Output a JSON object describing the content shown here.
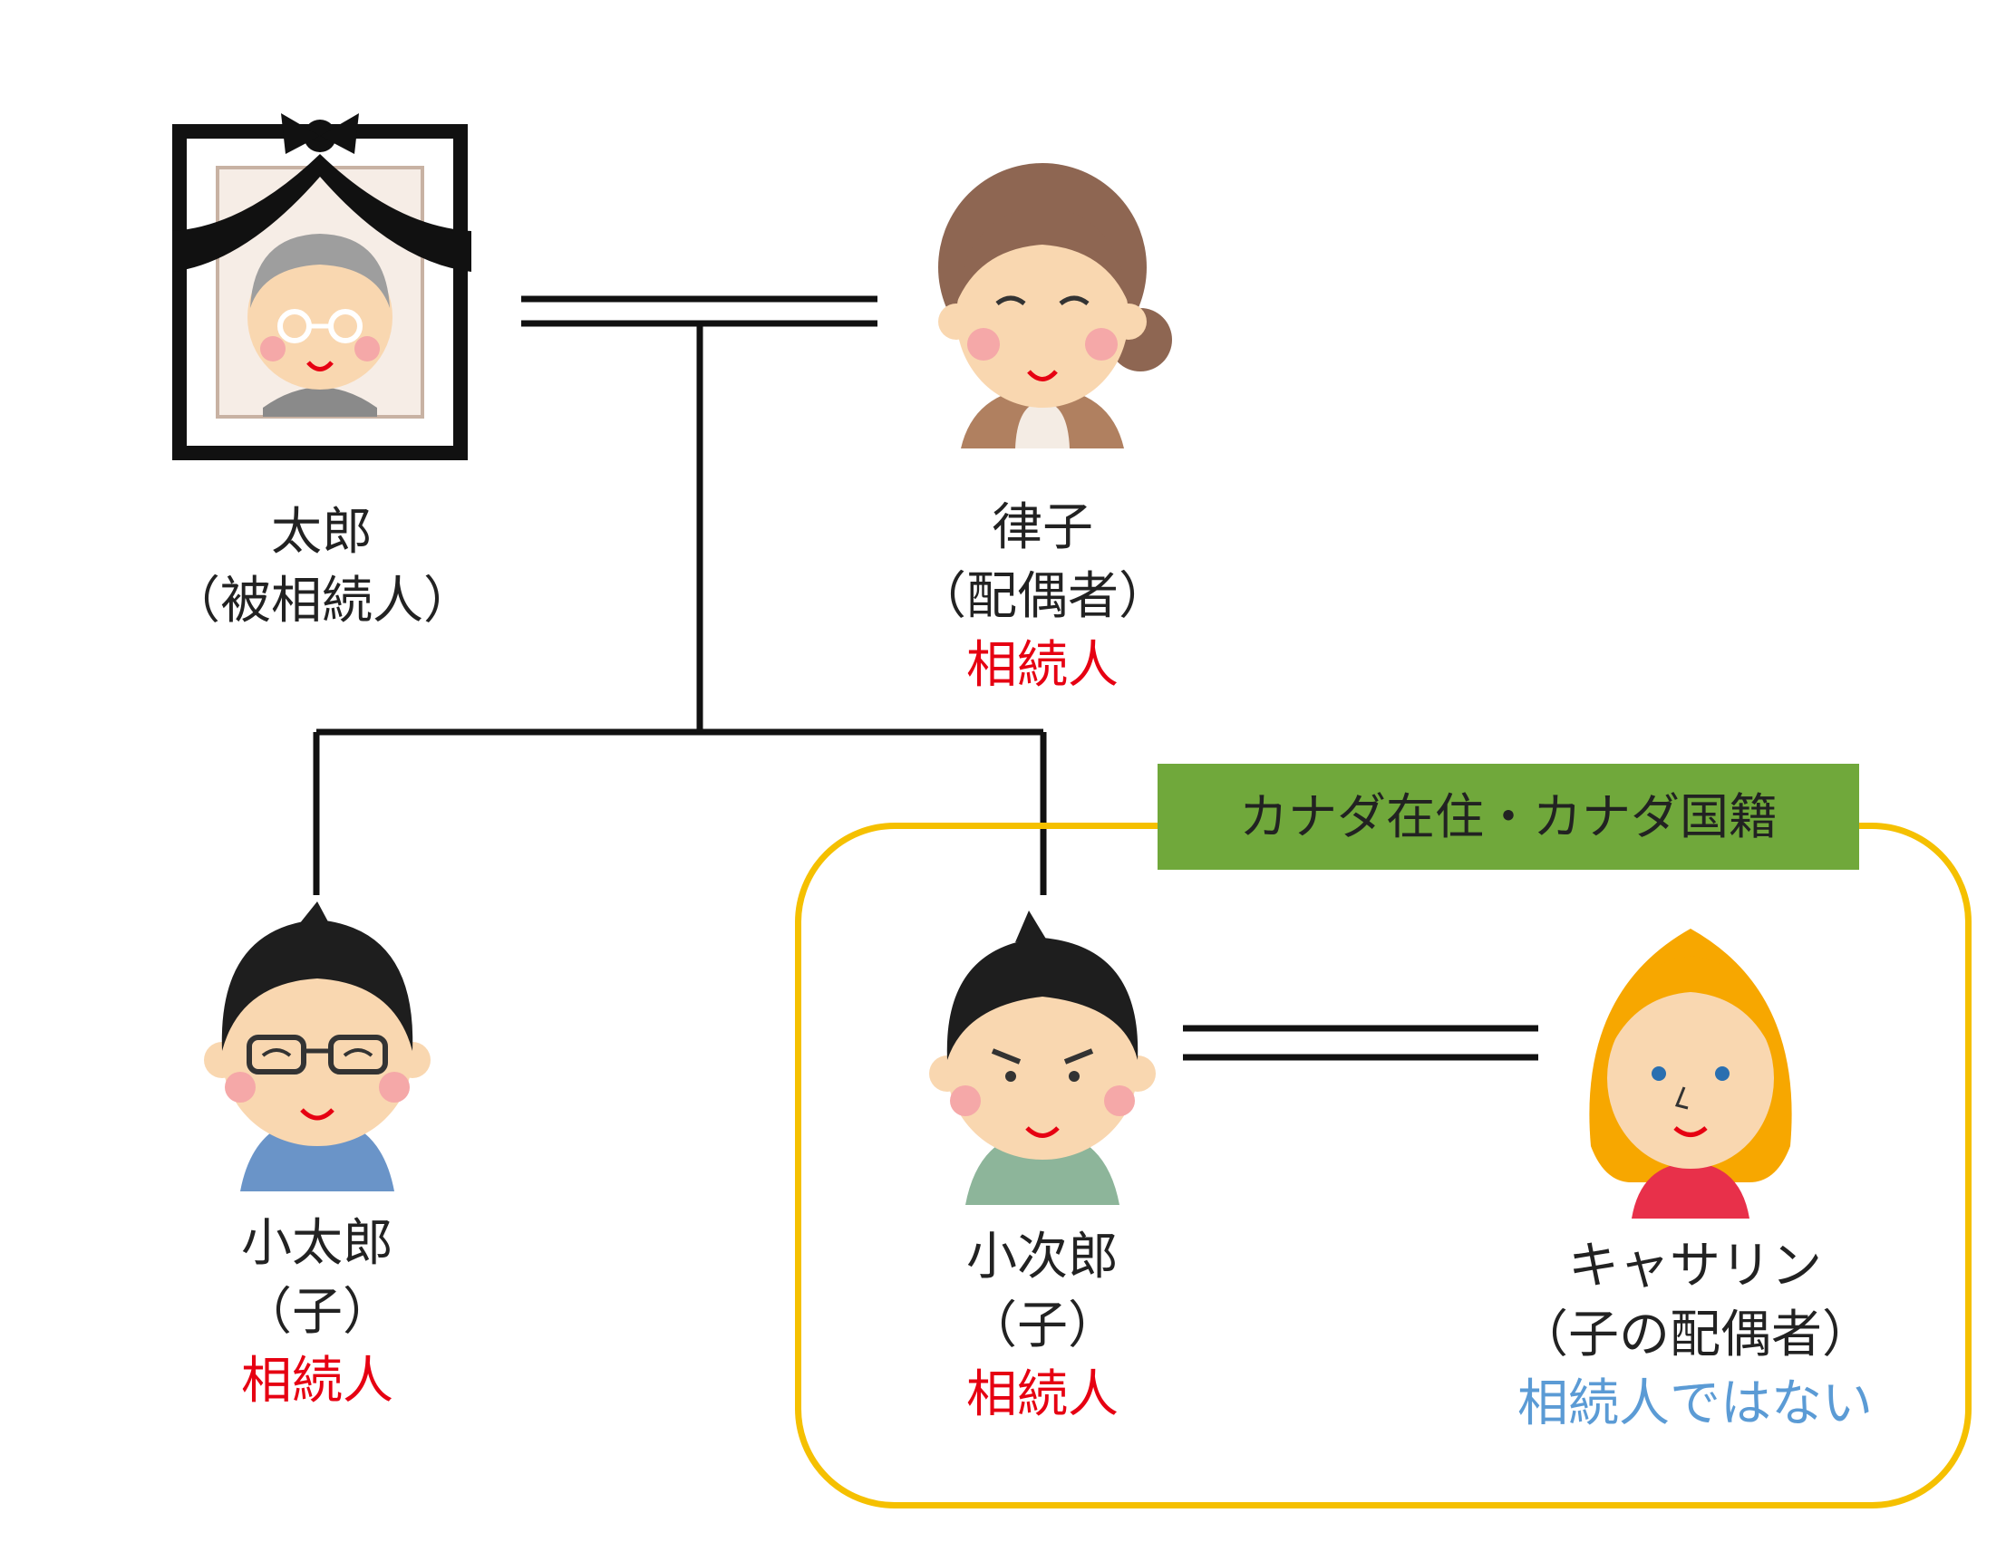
{
  "colors": {
    "line": "#111111",
    "heir": "#e60012",
    "non_heir": "#5b9bd5",
    "region_border": "#f5c000",
    "region_banner": "#70a83b"
  },
  "persons": {
    "taro": {
      "name": "太郎",
      "role": "（被相続人）",
      "icon": "memorial-portrait-elderly-man"
    },
    "ritsuko": {
      "name": "律子",
      "role": "（配偶者）",
      "status": "相続人",
      "icon": "elderly-woman"
    },
    "kotaro": {
      "name": "小太郎",
      "role": "（子）",
      "status": "相続人",
      "icon": "man-with-glasses"
    },
    "kojiro": {
      "name": "小次郎",
      "role": "（子）",
      "status": "相続人",
      "icon": "young-man"
    },
    "catherine": {
      "name": "キャサリン",
      "role": "（子の配偶者）",
      "status": "相続人ではない",
      "icon": "blonde-woman"
    }
  },
  "region": {
    "banner": "カナダ在住・カナダ国籍"
  }
}
